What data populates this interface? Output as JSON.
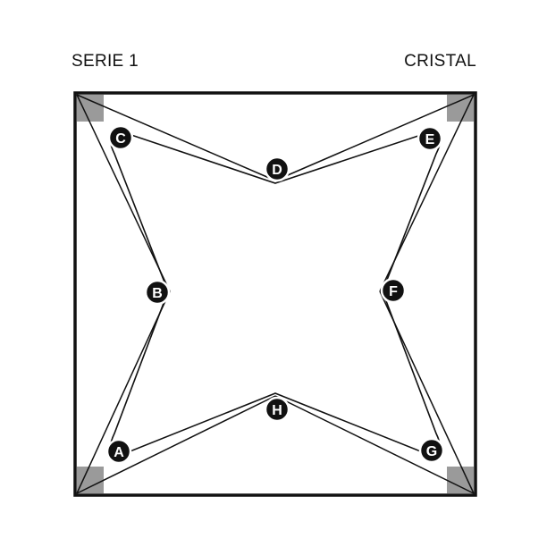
{
  "header": {
    "left_label": "SERIE 1",
    "right_label": "CRISTAL"
  },
  "colors": {
    "frame": "#111111",
    "corner_block": "#9a9a9a",
    "node_fill": "#111111",
    "node_text": "#ffffff",
    "background": "#ffffff"
  },
  "nodes": [
    {
      "id": "A",
      "label": "A"
    },
    {
      "id": "B",
      "label": "B"
    },
    {
      "id": "C",
      "label": "C"
    },
    {
      "id": "D",
      "label": "D"
    },
    {
      "id": "E",
      "label": "E"
    },
    {
      "id": "F",
      "label": "F"
    },
    {
      "id": "G",
      "label": "G"
    },
    {
      "id": "H",
      "label": "H"
    }
  ]
}
